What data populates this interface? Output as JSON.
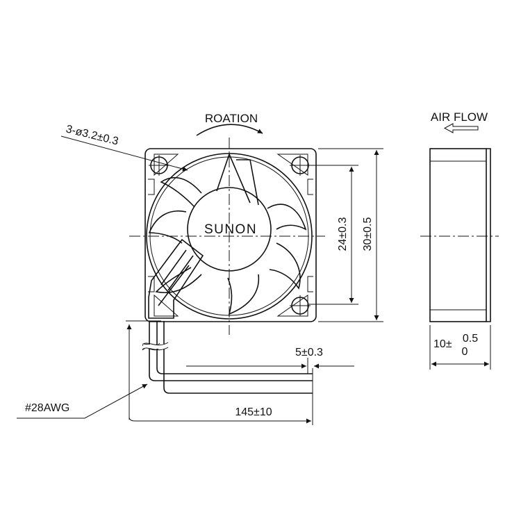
{
  "labels": {
    "rotation": "ROATION",
    "airflow": "AIR FLOW",
    "hole": "3-ø3.2±0.3",
    "logo": "SUNON",
    "dim_inner": "24±0.3",
    "dim_outer": "30±0.5",
    "dim_strip": "5±0.3",
    "dim_wire": "145±10",
    "dim_thickness_base": "10±",
    "dim_thickness_upper": "0.5",
    "dim_thickness_lower": "0",
    "wire_gauge": "#28AWG"
  },
  "colors": {
    "line": "#111111",
    "background": "#ffffff"
  }
}
